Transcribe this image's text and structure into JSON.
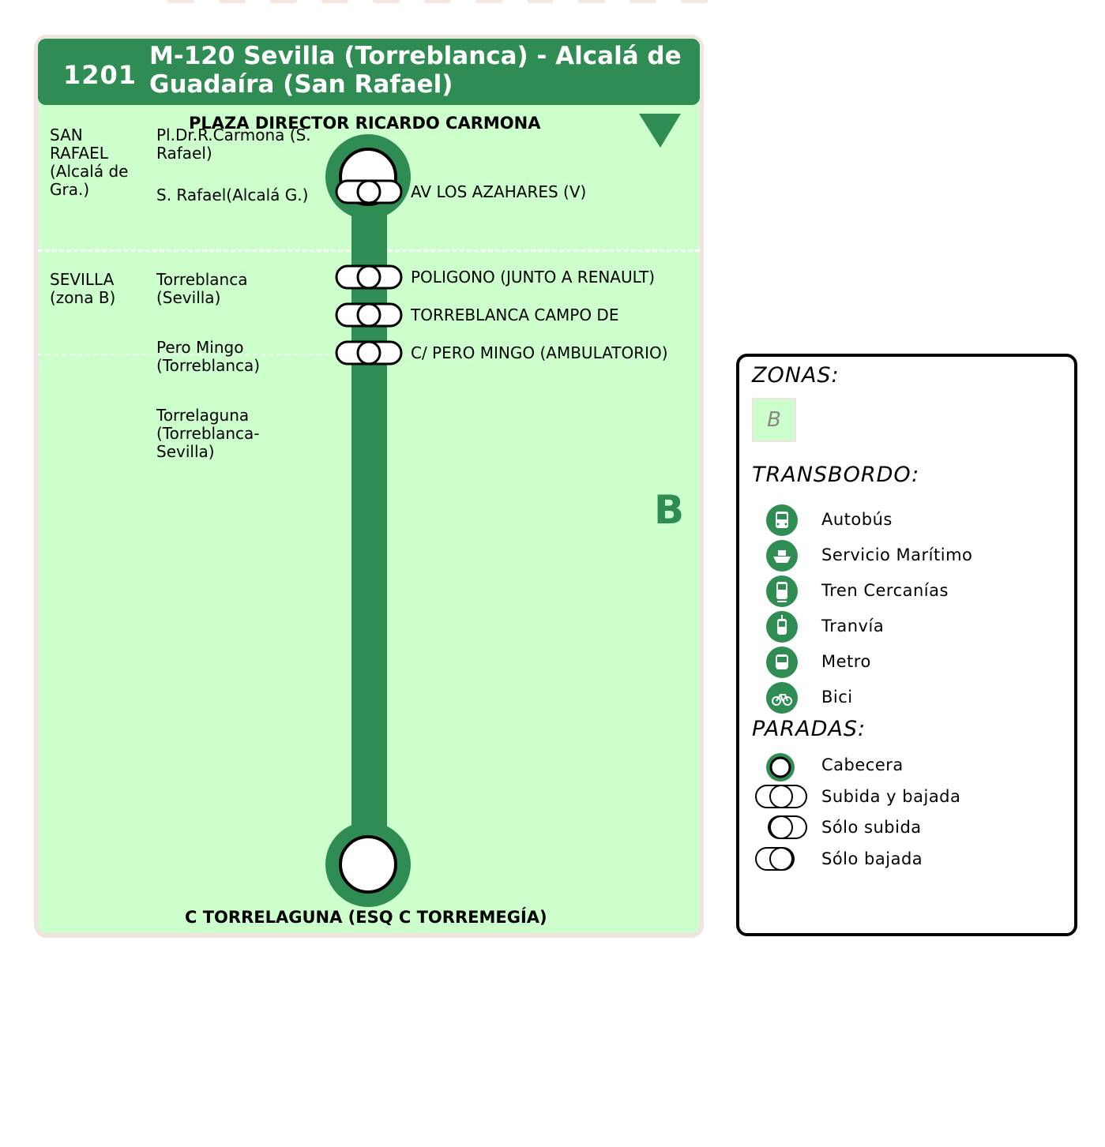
{
  "header": {
    "line_number": "1201",
    "title_line1": "M-120 Sevilla (Torreblanca) - Alcalá de",
    "title_line2": "Guadaíra (San Rafael)"
  },
  "terminals": {
    "start": "PLAZA DIRECTOR RICARDO CARMONA",
    "end": "C TORRELAGUNA (ESQ C TORREMEGÍA)"
  },
  "zones": [
    {
      "lines": [
        "SAN",
        "RAFAEL",
        "(Alcalá de",
        "Gra.)"
      ]
    },
    {
      "lines": [
        "SEVILLA",
        "(zona B)"
      ]
    }
  ],
  "localities": [
    {
      "lines": [
        "Pl.Dr.R.Carmona (S.",
        "Rafael)"
      ]
    },
    {
      "lines": [
        "S. Rafael(Alcalá G.)"
      ]
    },
    {
      "lines": [
        "Torreblanca",
        "(Sevilla)"
      ]
    },
    {
      "lines": [
        "Pero Mingo",
        "(Torreblanca)"
      ]
    },
    {
      "lines": [
        "Torrelaguna",
        "(Torreblanca-",
        "Sevilla)"
      ]
    }
  ],
  "stops": [
    {
      "name": "AV LOS AZAHARES (V)"
    },
    {
      "name": "POLIGONO (JUNTO A RENAULT)"
    },
    {
      "name": "TORREBLANCA CAMPO DE"
    },
    {
      "name": "C/ PERO MINGO (AMBULATORIO)"
    }
  ],
  "zone_letter": "B",
  "legend": {
    "zonas_title": "ZONAS:",
    "zone_chip": "B",
    "transbordo_title": "TRANSBORDO:",
    "transfers": [
      {
        "label": "Autobús",
        "icon": "bus-icon"
      },
      {
        "label": "Servicio Marítimo",
        "icon": "ship-icon"
      },
      {
        "label": "Tren Cercanías",
        "icon": "train-icon"
      },
      {
        "label": "Tranvía",
        "icon": "tram-icon"
      },
      {
        "label": "Metro",
        "icon": "metro-icon"
      },
      {
        "label": "Bici",
        "icon": "bike-icon"
      }
    ],
    "paradas_title": "PARADAS:",
    "stop_types": [
      {
        "label": "Cabecera"
      },
      {
        "label": "Subida y bajada"
      },
      {
        "label": "Sólo subida"
      },
      {
        "label": "Sólo bajada"
      }
    ]
  },
  "colors": {
    "line_green": "#2f8c52",
    "panel_bg": "#ccffcc",
    "panel_border": "#efe5de"
  }
}
